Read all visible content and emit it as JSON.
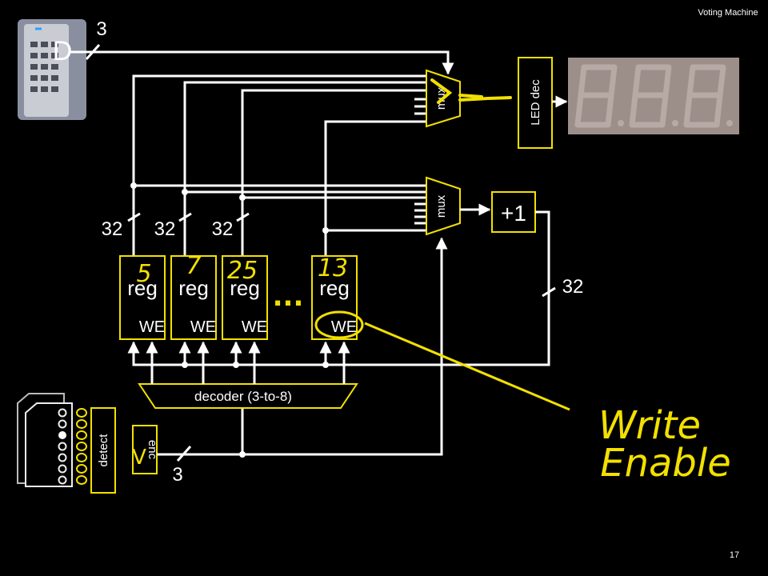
{
  "header": {
    "title": "Voting Machine"
  },
  "footer": {
    "page_number": "17"
  },
  "diagram": {
    "keypad_bus_width": "3",
    "keypad_letter": "D",
    "mux_top_label": "mux",
    "mux_bottom_label": "mux",
    "led_dec_label": "LED dec",
    "incrementer_label": "+1",
    "bus_widths": [
      "32",
      "32",
      "32"
    ],
    "feedback_bus_width": "32",
    "registers": [
      {
        "label": "reg",
        "we": "WE",
        "value": "5"
      },
      {
        "label": "reg",
        "we": "WE",
        "value": "7"
      },
      {
        "label": "reg",
        "we": "WE",
        "value": "25"
      },
      {
        "label": "reg",
        "we": "WE",
        "value": "13"
      }
    ],
    "ellipsis": "...",
    "decoder_label": "decoder (3-to-8)",
    "detect_label": "detect",
    "enc_label": "enc",
    "enc_bus_width": "3",
    "annotation_v": "V",
    "annotation_line1": "Write",
    "annotation_line2": "Enable"
  },
  "colors": {
    "wire": "#ffffff",
    "component_border": "#f2e000",
    "ink": "#f2e000",
    "background": "#000000",
    "display": "#9c8f8a"
  }
}
